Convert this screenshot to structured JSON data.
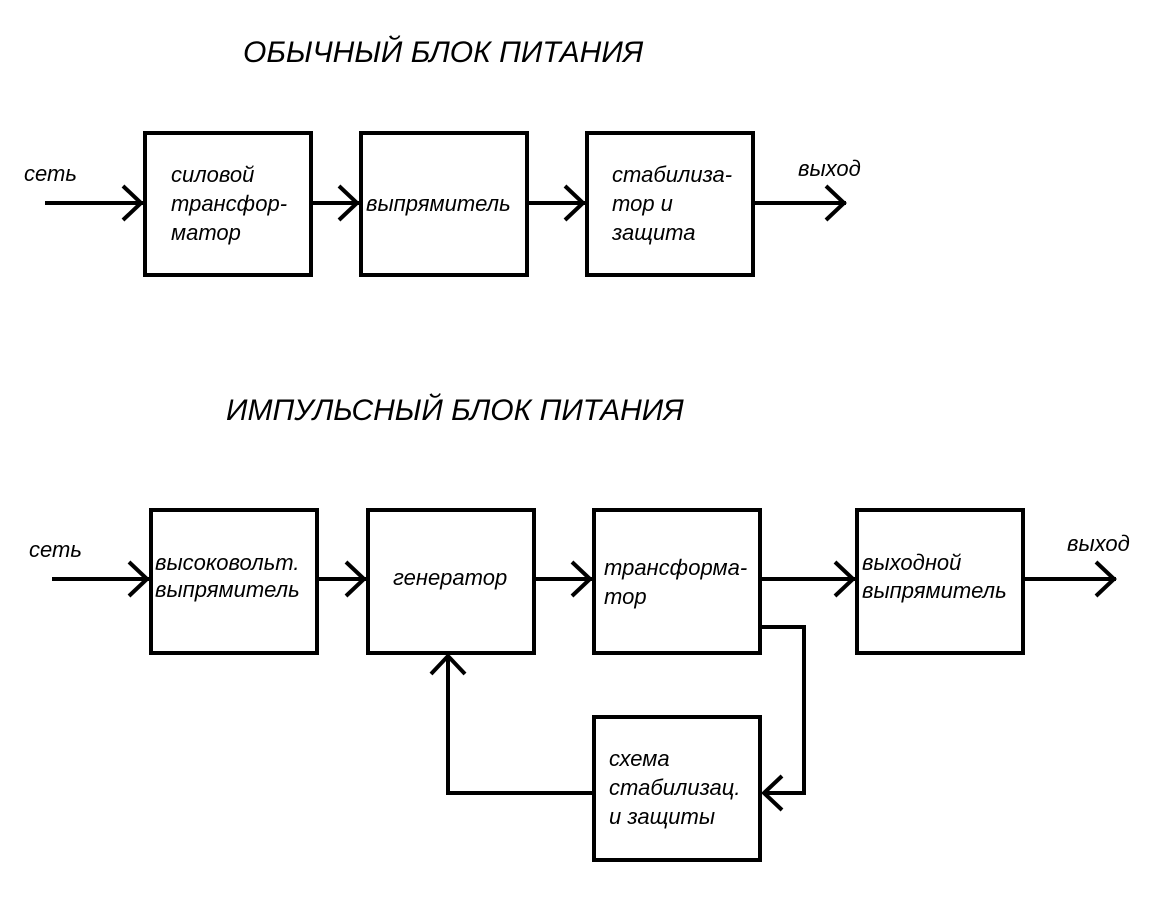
{
  "conventional": {
    "title": "ОБЫЧНЫЙ БЛОК ПИТАНИЯ",
    "input_label": "сеть",
    "output_label": "выход",
    "blocks": {
      "transformer": [
        "силовой",
        "трансфор-",
        "матор"
      ],
      "rectifier": [
        "выпрямитель"
      ],
      "stabilizer": [
        "стабилиза-",
        "тор и",
        "защита"
      ]
    }
  },
  "switching": {
    "title": "ИМПУЛЬСНЫЙ БЛОК ПИТАНИЯ",
    "input_label": "сеть",
    "output_label": "выход",
    "blocks": {
      "hv_rectifier": [
        "высоковольт.",
        "выпрямитель"
      ],
      "generator": [
        "генератор"
      ],
      "transformer": [
        "трансформа-",
        "тор"
      ],
      "output_rectifier": [
        "выходной",
        "выпрямитель"
      ],
      "stabilization": [
        "схема",
        "стабилизац.",
        "и защиты"
      ]
    }
  }
}
